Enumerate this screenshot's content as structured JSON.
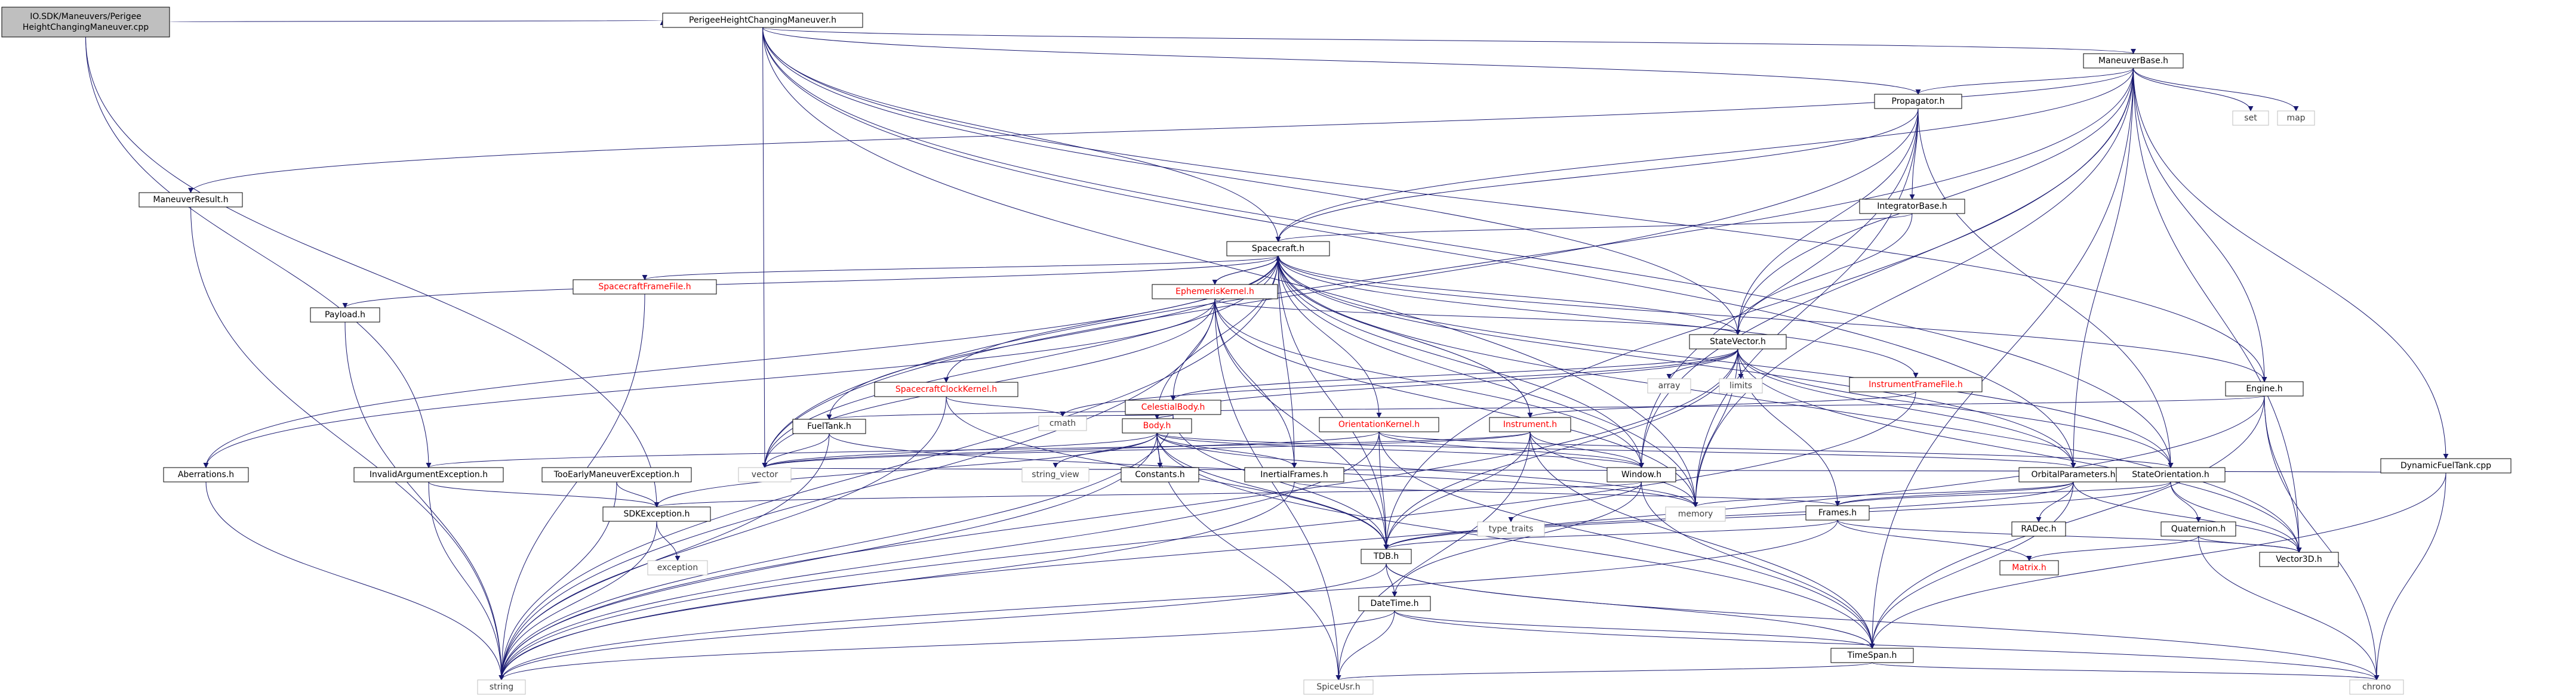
{
  "colors": {
    "root_fill": "#bfbfbf",
    "node_fill": "#ffffff",
    "node_border": "#000000",
    "link_text": "#000000",
    "red_text": "#ff0000",
    "external_border": "#bfbfbf",
    "external_text": "#404040",
    "edge": "#191970"
  },
  "nodes": [
    {
      "id": "root",
      "label": "IO.SDK/Maneuvers/Perigee\nHeightChangingManeuver.cpp",
      "kind": "root"
    },
    {
      "id": "phcm",
      "label": "PerigeeHeightChangingManeuver.h",
      "kind": "normal"
    },
    {
      "id": "mb",
      "label": "ManeuverBase.h",
      "kind": "normal"
    },
    {
      "id": "prop",
      "label": "Propagator.h",
      "kind": "normal"
    },
    {
      "id": "mr",
      "label": "ManeuverResult.h",
      "kind": "normal"
    },
    {
      "id": "ib",
      "label": "IntegratorBase.h",
      "kind": "normal"
    },
    {
      "id": "set",
      "label": "set",
      "kind": "external"
    },
    {
      "id": "map",
      "label": "map",
      "kind": "external"
    },
    {
      "id": "sc",
      "label": "Spacecraft.h",
      "kind": "normal"
    },
    {
      "id": "scff",
      "label": "SpacecraftFrameFile.h",
      "kind": "red"
    },
    {
      "id": "ek",
      "label": "EphemerisKernel.h",
      "kind": "red"
    },
    {
      "id": "pl",
      "label": "Payload.h",
      "kind": "normal"
    },
    {
      "id": "sv",
      "label": "StateVector.h",
      "kind": "normal"
    },
    {
      "id": "sck",
      "label": "SpacecraftClockKernel.h",
      "kind": "red"
    },
    {
      "id": "cb",
      "label": "CelestialBody.h",
      "kind": "red"
    },
    {
      "id": "ift",
      "label": "InstrumentFrameFile.h",
      "kind": "red"
    },
    {
      "id": "eng",
      "label": "Engine.h",
      "kind": "normal"
    },
    {
      "id": "dft",
      "label": "DynamicFuelTank.cpp",
      "kind": "normal"
    },
    {
      "id": "array",
      "label": "array",
      "kind": "external"
    },
    {
      "id": "limits",
      "label": "limits",
      "kind": "external"
    },
    {
      "id": "cmath",
      "label": "cmath",
      "kind": "external"
    },
    {
      "id": "ft",
      "label": "FuelTank.h",
      "kind": "normal"
    },
    {
      "id": "body",
      "label": "Body.h",
      "kind": "red"
    },
    {
      "id": "ok",
      "label": "OrientationKernel.h",
      "kind": "red"
    },
    {
      "id": "inst",
      "label": "Instrument.h",
      "kind": "red"
    },
    {
      "id": "ab",
      "label": "Aberrations.h",
      "kind": "normal"
    },
    {
      "id": "iae",
      "label": "InvalidArgumentException.h",
      "kind": "normal"
    },
    {
      "id": "tem",
      "label": "TooEarlyManeuverException.h",
      "kind": "normal"
    },
    {
      "id": "vector",
      "label": "vector",
      "kind": "external"
    },
    {
      "id": "sv_",
      "label": "string_view",
      "kind": "external"
    },
    {
      "id": "const",
      "label": "Constants.h",
      "kind": "normal"
    },
    {
      "id": "inf",
      "label": "InertialFrames.h",
      "kind": "normal"
    },
    {
      "id": "win",
      "label": "Window.h",
      "kind": "normal"
    },
    {
      "id": "op",
      "label": "OrbitalParameters.h",
      "kind": "normal"
    },
    {
      "id": "so",
      "label": "StateOrientation.h",
      "kind": "normal"
    },
    {
      "id": "sdke",
      "label": "SDKException.h",
      "kind": "normal"
    },
    {
      "id": "memory",
      "label": "memory",
      "kind": "external"
    },
    {
      "id": "tt",
      "label": "type_traits",
      "kind": "external"
    },
    {
      "id": "frames",
      "label": "Frames.h",
      "kind": "normal"
    },
    {
      "id": "radec",
      "label": "RADec.h",
      "kind": "normal"
    },
    {
      "id": "quat",
      "label": "Quaternion.h",
      "kind": "normal"
    },
    {
      "id": "exc",
      "label": "exception",
      "kind": "external"
    },
    {
      "id": "tdb",
      "label": "TDB.h",
      "kind": "normal"
    },
    {
      "id": "mat",
      "label": "Matrix.h",
      "kind": "red"
    },
    {
      "id": "v3d",
      "label": "Vector3D.h",
      "kind": "normal"
    },
    {
      "id": "dt",
      "label": "DateTime.h",
      "kind": "normal"
    },
    {
      "id": "ts",
      "label": "TimeSpan.h",
      "kind": "normal"
    },
    {
      "id": "string",
      "label": "string",
      "kind": "external"
    },
    {
      "id": "spice",
      "label": "SpiceUsr.h",
      "kind": "external"
    },
    {
      "id": "chrono",
      "label": "chrono",
      "kind": "external"
    }
  ],
  "edges": [
    [
      "root",
      "phcm"
    ],
    [
      "root",
      "iae"
    ],
    [
      "root",
      "sdke"
    ],
    [
      "phcm",
      "mb"
    ],
    [
      "phcm",
      "prop"
    ],
    [
      "phcm",
      "sc"
    ],
    [
      "phcm",
      "sv"
    ],
    [
      "phcm",
      "eng"
    ],
    [
      "phcm",
      "op"
    ],
    [
      "phcm",
      "so"
    ],
    [
      "phcm",
      "memory"
    ],
    [
      "phcm",
      "vector"
    ],
    [
      "mb",
      "prop"
    ],
    [
      "mb",
      "mr"
    ],
    [
      "mb",
      "sc"
    ],
    [
      "mb",
      "sv"
    ],
    [
      "mb",
      "eng"
    ],
    [
      "mb",
      "set"
    ],
    [
      "mb",
      "map"
    ],
    [
      "mb",
      "dft"
    ],
    [
      "mb",
      "win"
    ],
    [
      "mb",
      "memory"
    ],
    [
      "mb",
      "v3d"
    ],
    [
      "mb",
      "ts"
    ],
    [
      "mb",
      "tdb"
    ],
    [
      "mb",
      "vector"
    ],
    [
      "mb",
      "op"
    ],
    [
      "prop",
      "ib"
    ],
    [
      "prop",
      "sc"
    ],
    [
      "prop",
      "sv"
    ],
    [
      "prop",
      "win"
    ],
    [
      "prop",
      "so"
    ],
    [
      "prop",
      "memory"
    ],
    [
      "prop",
      "vector"
    ],
    [
      "mr",
      "string"
    ],
    [
      "ib",
      "sc"
    ],
    [
      "ib",
      "sv"
    ],
    [
      "sc",
      "scff"
    ],
    [
      "sc",
      "ek"
    ],
    [
      "sc",
      "pl"
    ],
    [
      "sc",
      "sv"
    ],
    [
      "sc",
      "sck"
    ],
    [
      "sc",
      "ift"
    ],
    [
      "sc",
      "eng"
    ],
    [
      "sc",
      "ft"
    ],
    [
      "sc",
      "body"
    ],
    [
      "sc",
      "ok"
    ],
    [
      "sc",
      "inst"
    ],
    [
      "sc",
      "ab"
    ],
    [
      "sc",
      "inf"
    ],
    [
      "sc",
      "win"
    ],
    [
      "sc",
      "op"
    ],
    [
      "sc",
      "so"
    ],
    [
      "sc",
      "memory"
    ],
    [
      "sc",
      "vector"
    ],
    [
      "sc",
      "string"
    ],
    [
      "sc",
      "v3d"
    ],
    [
      "sc",
      "tdb"
    ],
    [
      "scff",
      "string"
    ],
    [
      "ek",
      "sc"
    ],
    [
      "ek",
      "sv"
    ],
    [
      "ek",
      "cb"
    ],
    [
      "ek",
      "ab"
    ],
    [
      "ek",
      "inf"
    ],
    [
      "ek",
      "win"
    ],
    [
      "ek",
      "tdb"
    ],
    [
      "ek",
      "string"
    ],
    [
      "ek",
      "spice"
    ],
    [
      "ek",
      "memory"
    ],
    [
      "ek",
      "vector"
    ],
    [
      "pl",
      "string"
    ],
    [
      "sv",
      "cb"
    ],
    [
      "sv",
      "array"
    ],
    [
      "sv",
      "limits"
    ],
    [
      "sv",
      "cmath"
    ],
    [
      "sv",
      "body"
    ],
    [
      "sv",
      "frames"
    ],
    [
      "sv",
      "memory"
    ],
    [
      "sv",
      "tdb"
    ],
    [
      "sv",
      "v3d"
    ],
    [
      "sv",
      "op"
    ],
    [
      "sv",
      "so"
    ],
    [
      "sv",
      "string"
    ],
    [
      "sck",
      "cmath"
    ],
    [
      "sck",
      "tdb"
    ],
    [
      "sck",
      "string"
    ],
    [
      "cb",
      "body"
    ],
    [
      "cb",
      "cmath"
    ],
    [
      "cb",
      "tdb"
    ],
    [
      "cb",
      "string"
    ],
    [
      "ift",
      "inst"
    ],
    [
      "ift",
      "string"
    ],
    [
      "eng",
      "ft"
    ],
    [
      "eng",
      "ts"
    ],
    [
      "eng",
      "v3d"
    ],
    [
      "eng",
      "string"
    ],
    [
      "eng",
      "chrono"
    ],
    [
      "dft",
      "ts"
    ],
    [
      "dft",
      "chrono"
    ],
    [
      "dft",
      "vector"
    ],
    [
      "ft",
      "vector"
    ],
    [
      "ft",
      "memory"
    ],
    [
      "ft",
      "string"
    ],
    [
      "body",
      "const"
    ],
    [
      "body",
      "sv_"
    ],
    [
      "body",
      "inf"
    ],
    [
      "body",
      "win"
    ],
    [
      "body",
      "tdb"
    ],
    [
      "body",
      "ts"
    ],
    [
      "body",
      "vector"
    ],
    [
      "body",
      "memory"
    ],
    [
      "body",
      "string"
    ],
    [
      "body",
      "spice"
    ],
    [
      "body",
      "sdke"
    ],
    [
      "body",
      "op"
    ],
    [
      "ok",
      "win"
    ],
    [
      "ok",
      "tdb"
    ],
    [
      "ok",
      "ts"
    ],
    [
      "ok",
      "so"
    ],
    [
      "ok",
      "vector"
    ],
    [
      "ok",
      "string"
    ],
    [
      "inst",
      "sc"
    ],
    [
      "inst",
      "win"
    ],
    [
      "inst",
      "tdb"
    ],
    [
      "inst",
      "memory"
    ],
    [
      "inst",
      "iae"
    ],
    [
      "inst",
      "vector"
    ],
    [
      "inst",
      "spice"
    ],
    [
      "inst",
      "ts"
    ],
    [
      "ab",
      "string"
    ],
    [
      "iae",
      "sdke"
    ],
    [
      "iae",
      "string"
    ],
    [
      "tem",
      "sdke"
    ],
    [
      "tem",
      "string"
    ],
    [
      "inf",
      "frames"
    ],
    [
      "inf",
      "string"
    ],
    [
      "win",
      "tt"
    ],
    [
      "win",
      "dt"
    ],
    [
      "win",
      "ts"
    ],
    [
      "win",
      "sdke"
    ],
    [
      "op",
      "frames"
    ],
    [
      "op",
      "radec"
    ],
    [
      "op",
      "tdb"
    ],
    [
      "op",
      "ts"
    ],
    [
      "op",
      "v3d"
    ],
    [
      "op",
      "memory"
    ],
    [
      "so",
      "quat"
    ],
    [
      "so",
      "frames"
    ],
    [
      "so",
      "tdb"
    ],
    [
      "so",
      "v3d"
    ],
    [
      "sdke",
      "exc"
    ],
    [
      "sdke",
      "string"
    ],
    [
      "frames",
      "mat"
    ],
    [
      "frames",
      "v3d"
    ],
    [
      "frames",
      "tdb"
    ],
    [
      "frames",
      "string"
    ],
    [
      "quat",
      "v3d"
    ],
    [
      "quat",
      "mat"
    ],
    [
      "quat",
      "chrono"
    ],
    [
      "tdb",
      "dt"
    ],
    [
      "tdb",
      "ts"
    ],
    [
      "tdb",
      "string"
    ],
    [
      "tdb",
      "chrono"
    ],
    [
      "dt",
      "ts"
    ],
    [
      "dt",
      "string"
    ],
    [
      "dt",
      "spice"
    ],
    [
      "dt",
      "chrono"
    ],
    [
      "ts",
      "chrono"
    ],
    [
      "ts",
      "spice"
    ]
  ]
}
